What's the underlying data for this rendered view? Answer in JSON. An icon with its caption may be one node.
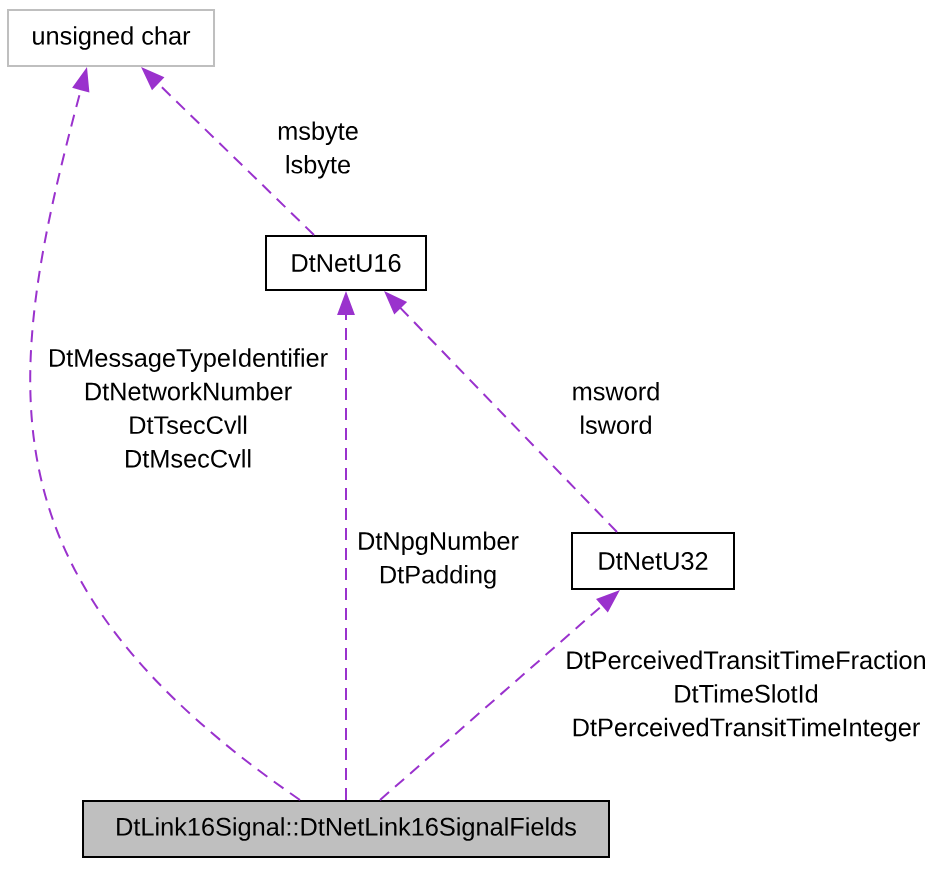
{
  "diagram": {
    "nodes": [
      {
        "text": [
          "unsigned char"
        ]
      },
      {
        "text": [
          "DtNetU16"
        ]
      },
      {
        "text": [
          "DtNetU32"
        ]
      },
      {
        "text": [
          "DtLink16Signal::DtNetLink16SignalFields"
        ]
      }
    ],
    "edges": [
      {
        "from": 1,
        "to": 0,
        "arrow": "to",
        "style": "dashed",
        "label": "msbyte lsbyte"
      },
      {
        "from": 3,
        "to": 0,
        "arrow": "to",
        "style": "dashed",
        "label": "DtMessageTypeIdentifier DtNetworkNumber DtTsecCvll DtMsecCvll"
      },
      {
        "from": 3,
        "to": 1,
        "arrow": "to",
        "style": "dashed",
        "label": "DtNpgNumber DtPadding"
      },
      {
        "from": 2,
        "to": 1,
        "arrow": "to",
        "style": "dashed",
        "label": "msword lsword"
      },
      {
        "from": 3,
        "to": 2,
        "arrow": "to",
        "style": "dashed",
        "label": "DtPerceivedTransitTimeFraction DtTimeSlotId DtPerceivedTransitTimeInteger"
      }
    ]
  }
}
